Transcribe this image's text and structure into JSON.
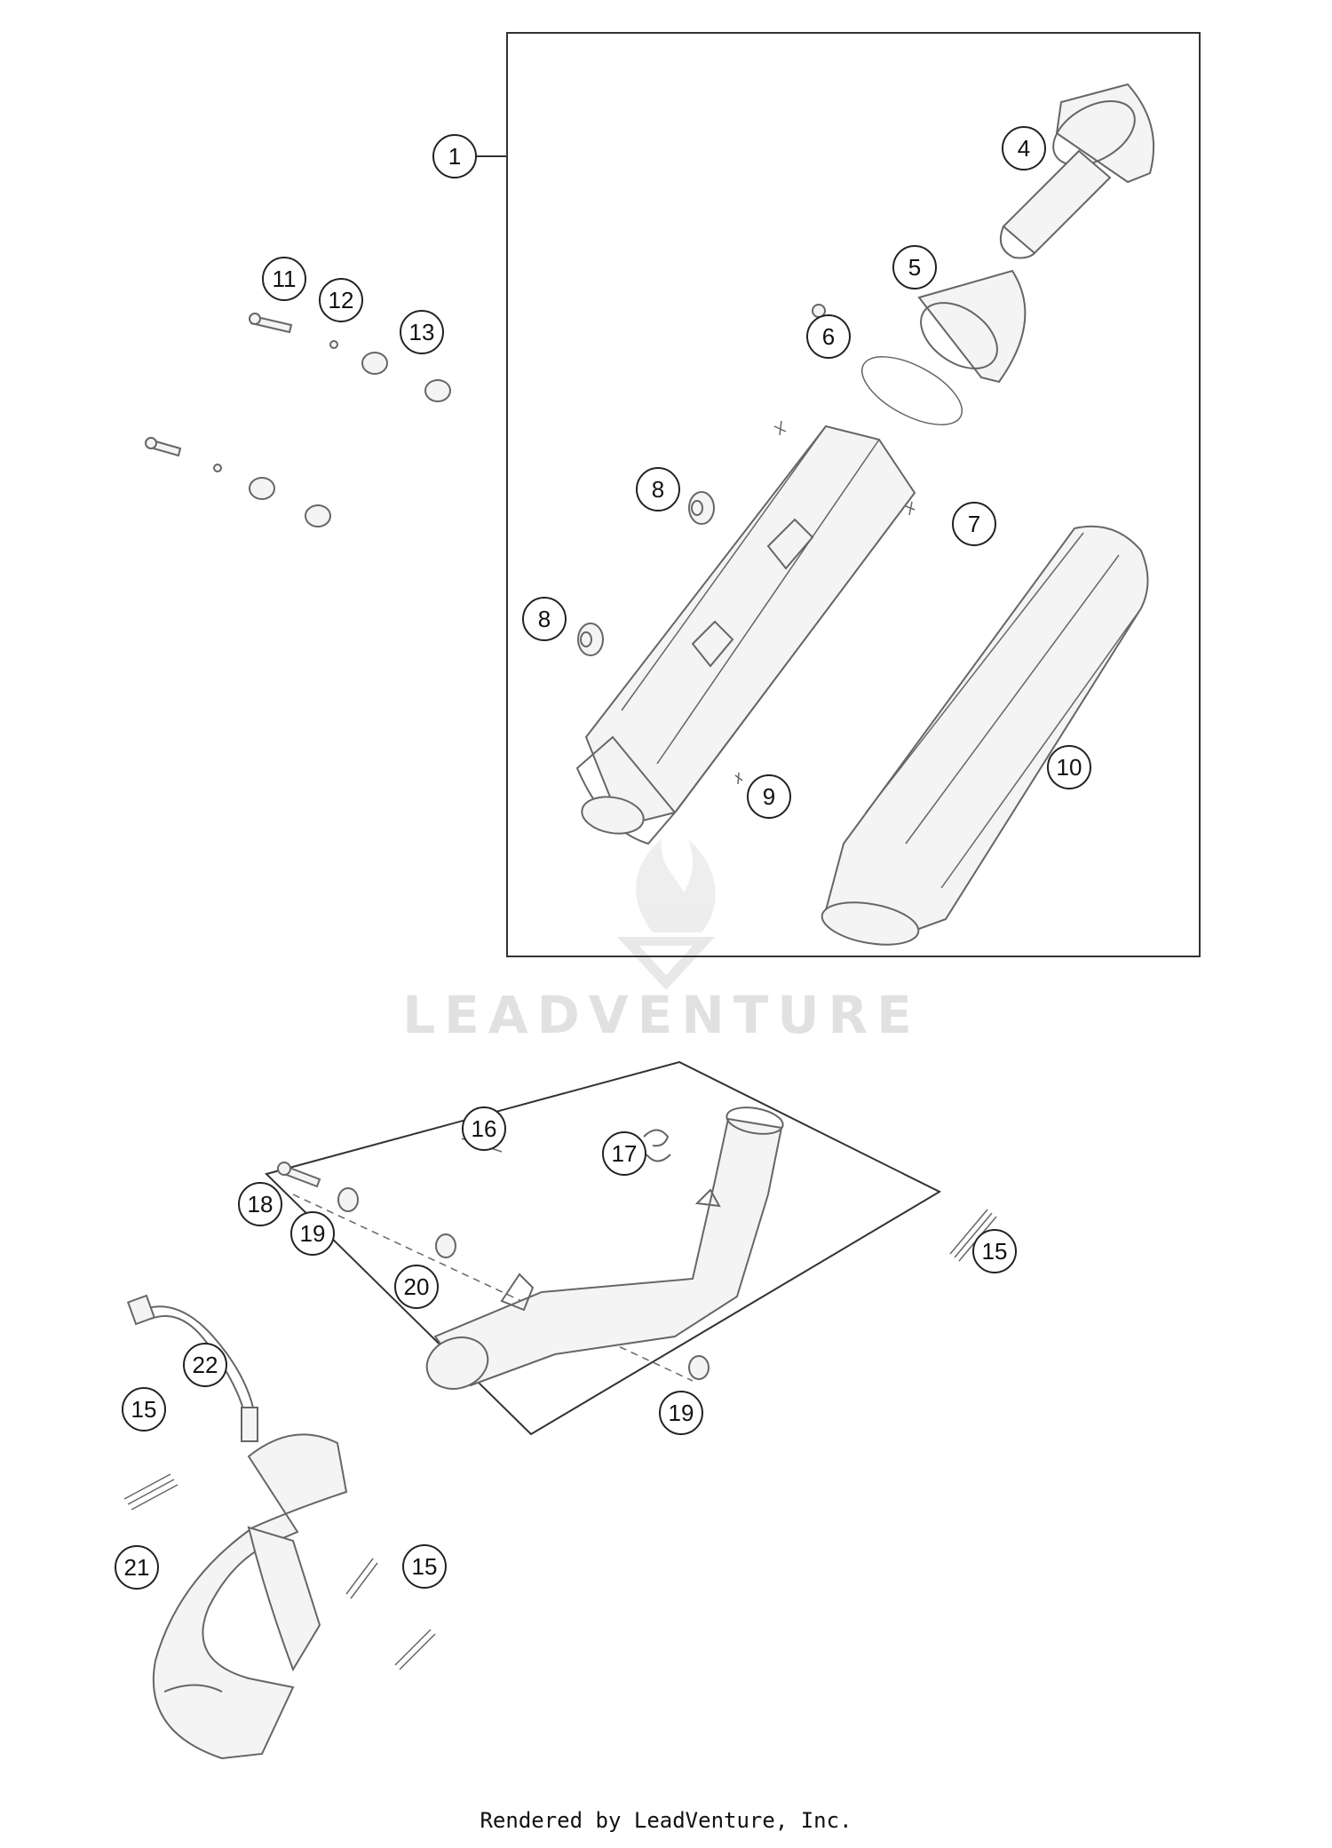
{
  "callouts": [
    {
      "id": "1",
      "label": "1"
    },
    {
      "id": "4",
      "label": "4"
    },
    {
      "id": "5",
      "label": "5"
    },
    {
      "id": "6",
      "label": "6"
    },
    {
      "id": "7",
      "label": "7"
    },
    {
      "id": "8a",
      "label": "8"
    },
    {
      "id": "8b",
      "label": "8"
    },
    {
      "id": "9",
      "label": "9"
    },
    {
      "id": "10",
      "label": "10"
    },
    {
      "id": "11",
      "label": "11"
    },
    {
      "id": "12",
      "label": "12"
    },
    {
      "id": "13",
      "label": "13"
    },
    {
      "id": "15a",
      "label": "15"
    },
    {
      "id": "15b",
      "label": "15"
    },
    {
      "id": "15c",
      "label": "15"
    },
    {
      "id": "16",
      "label": "16"
    },
    {
      "id": "17",
      "label": "17"
    },
    {
      "id": "18",
      "label": "18"
    },
    {
      "id": "19a",
      "label": "19"
    },
    {
      "id": "19b",
      "label": "19"
    },
    {
      "id": "20",
      "label": "20"
    },
    {
      "id": "21",
      "label": "21"
    },
    {
      "id": "22",
      "label": "22"
    }
  ],
  "watermark": {
    "brand": "LEADVENTURE"
  },
  "footer": {
    "text": "Rendered by LeadVenture, Inc."
  }
}
